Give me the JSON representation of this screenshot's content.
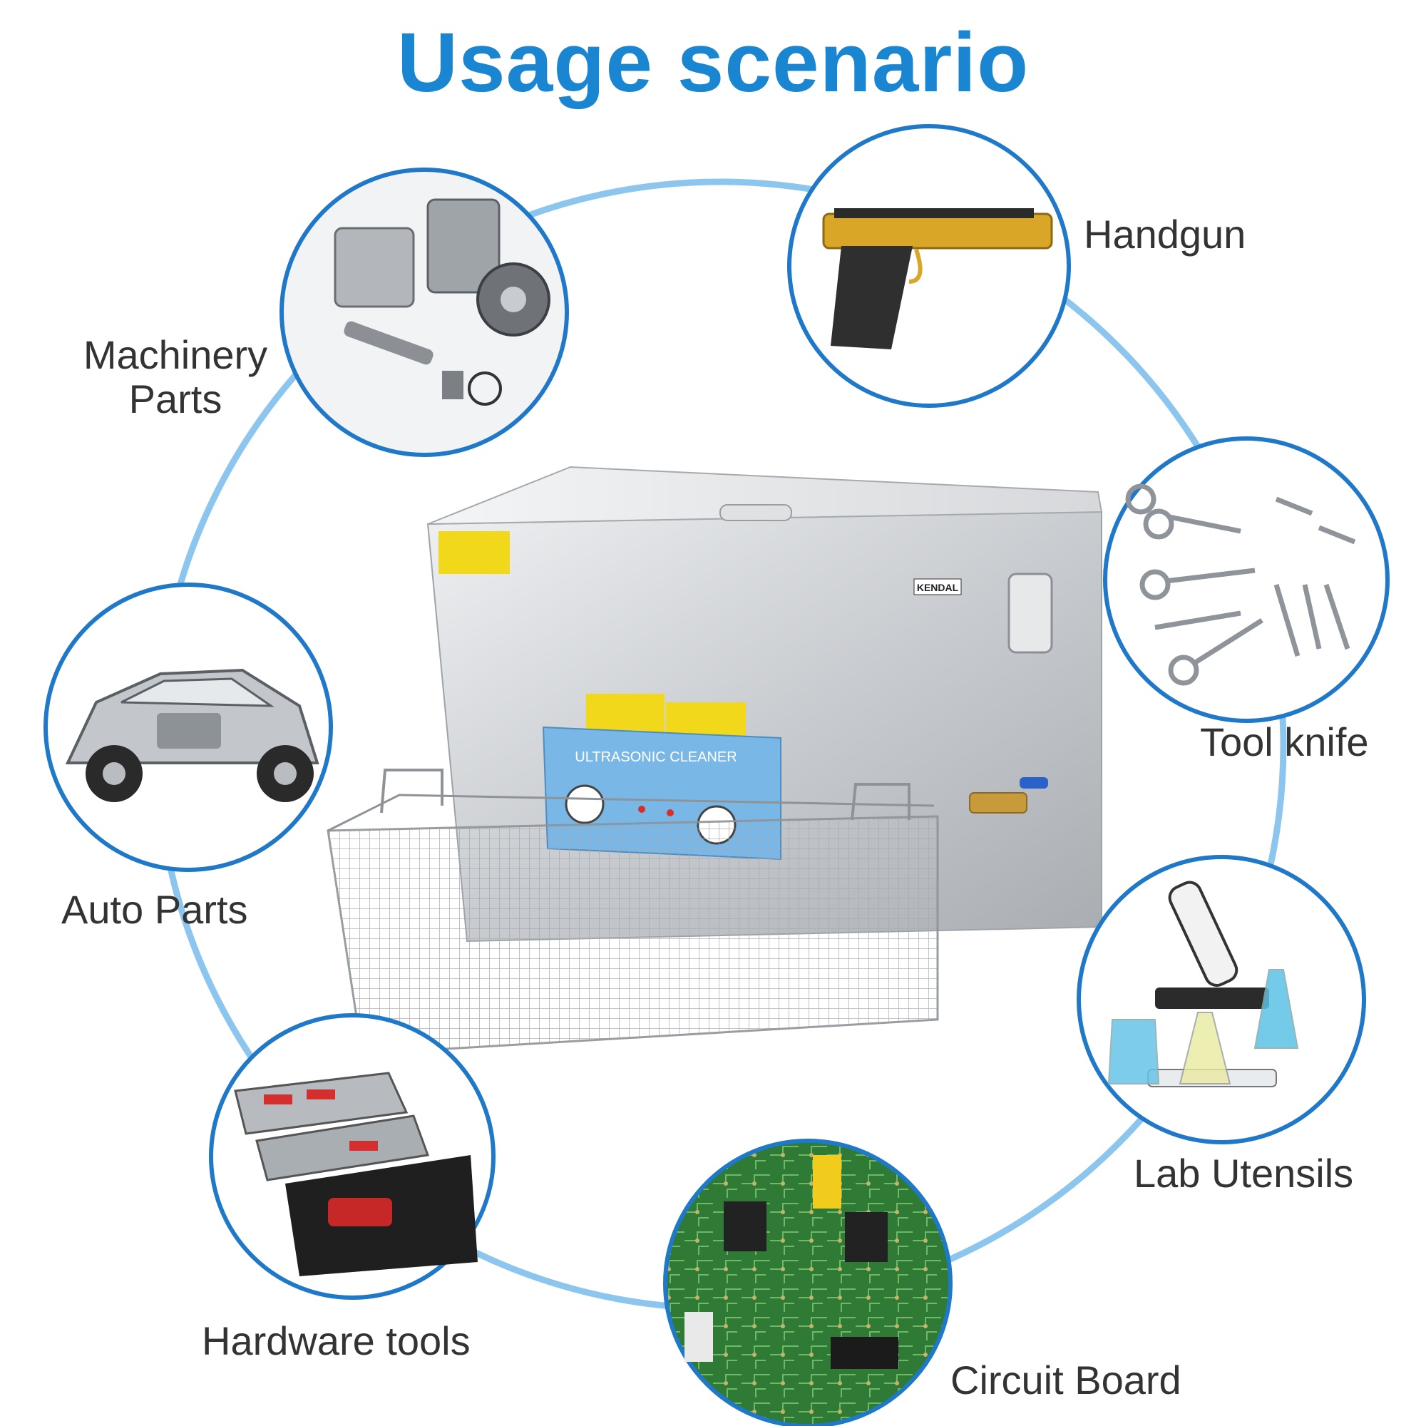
{
  "title": "Usage scenario",
  "colors": {
    "title": "#1a86d1",
    "ring": "#8cc6ee",
    "circle_border": "#1f78c8",
    "label": "#333333"
  },
  "scenarios": [
    {
      "label": "Machinery Parts",
      "line1": "Machinery",
      "line2": "Parts",
      "icon": "machinery-parts-icon"
    },
    {
      "label": "Handgun",
      "icon": "handgun-icon"
    },
    {
      "label": "Auto Parts",
      "icon": "car-icon"
    },
    {
      "label": "Tool knife",
      "icon": "surgical-tools-icon"
    },
    {
      "label": "Lab Utensils",
      "icon": "microscope-icon"
    },
    {
      "label": "Hardware tools",
      "icon": "toolbox-icon"
    },
    {
      "label": "Circuit Board",
      "icon": "circuit-board-icon"
    }
  ],
  "product": {
    "panel_label": "ULTRASONIC CLEANER",
    "brand": "KENDAL",
    "icon": "ultrasonic-cleaner-icon"
  }
}
